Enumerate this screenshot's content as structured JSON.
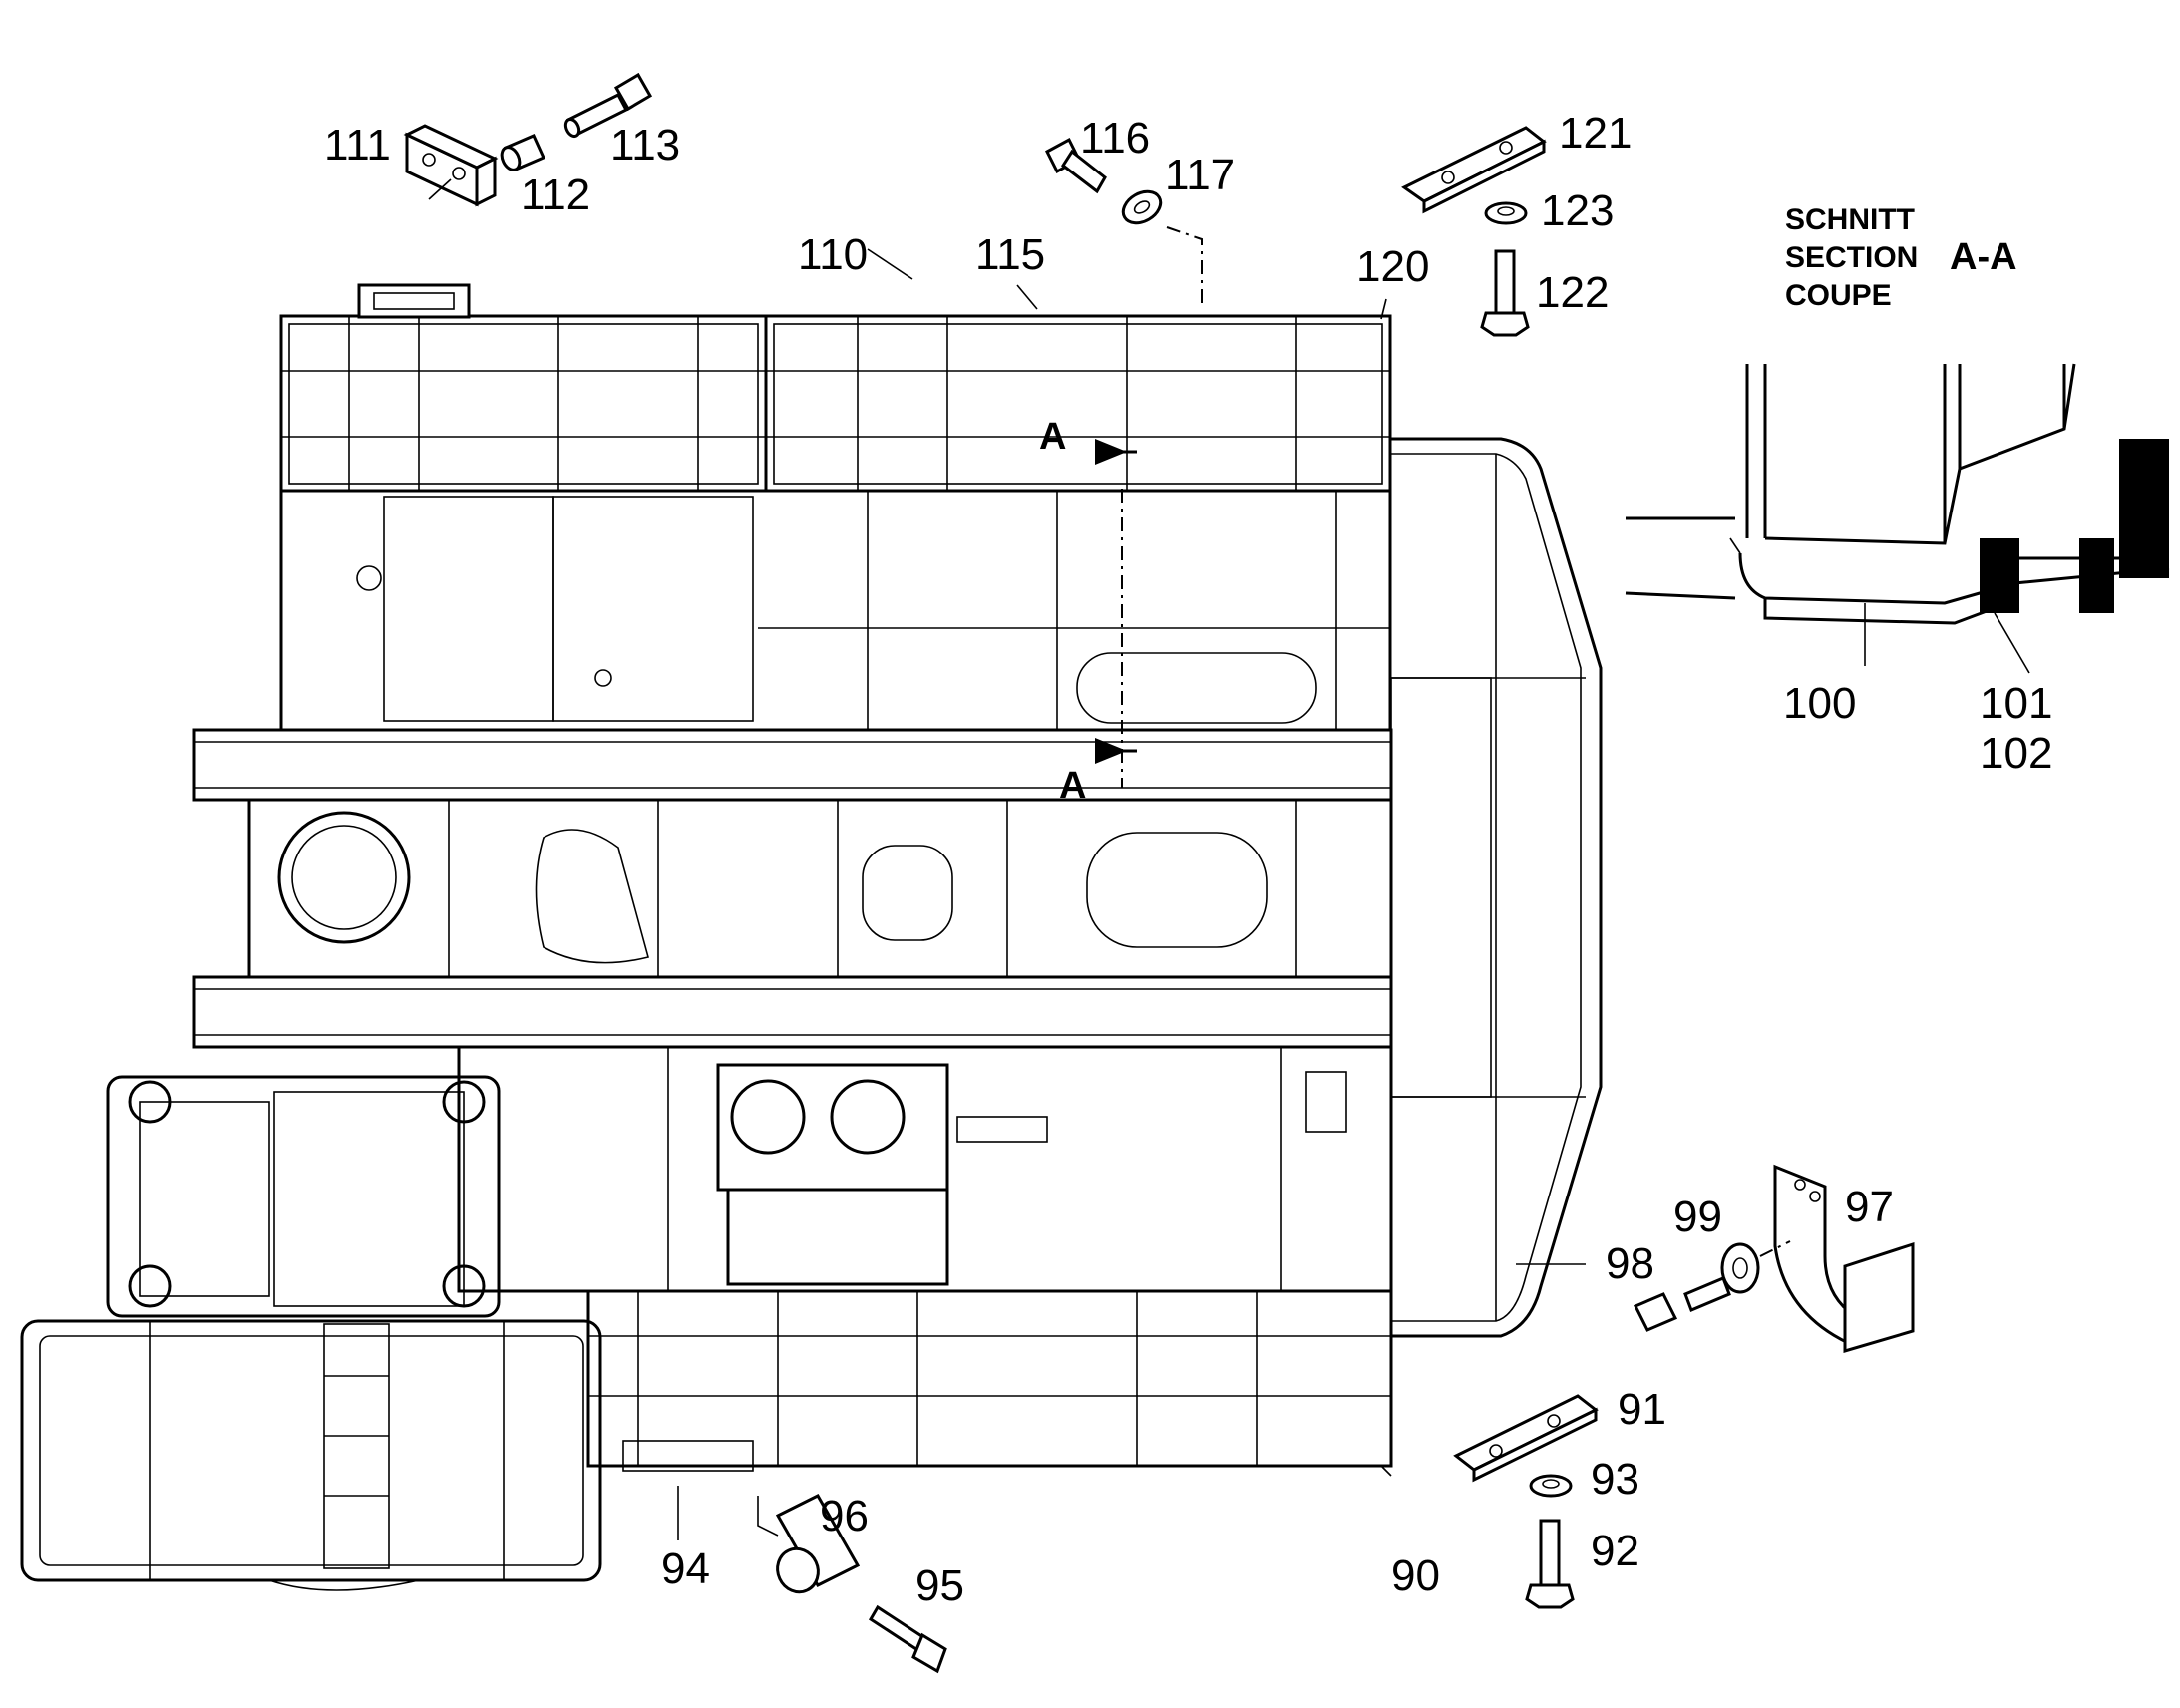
{
  "callouts": {
    "c111": "111",
    "c112": "112",
    "c113": "113",
    "c116": "116",
    "c117": "117",
    "c110": "110",
    "c115": "115",
    "c120": "120",
    "c121": "121",
    "c123": "123",
    "c122": "122",
    "c100": "100",
    "c101": "101",
    "c102": "102",
    "c99": "99",
    "c97": "97",
    "c98": "98",
    "c91": "91",
    "c93": "93",
    "c92": "92",
    "c90": "90",
    "c94": "94",
    "c96": "96",
    "c95": "95"
  },
  "section": {
    "line1": "SCHNITT",
    "line2": "SECTION",
    "line3": "COUPE",
    "id": "A-A",
    "marker_top": "A",
    "marker_bottom": "A"
  }
}
